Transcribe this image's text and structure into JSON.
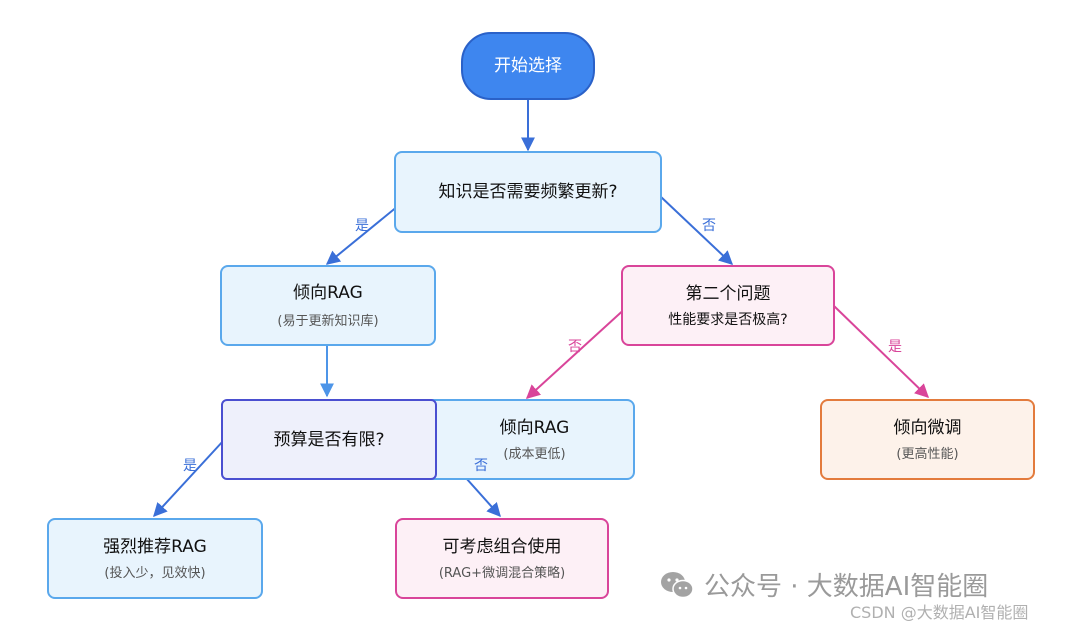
{
  "nodes": {
    "start": {
      "title": "开始选择"
    },
    "q1": {
      "title": "知识是否需要频繁更新?"
    },
    "rag1": {
      "title": "倾向RAG",
      "sub": "(易于更新知识库)"
    },
    "q2": {
      "title": "第二个问题",
      "sub": "性能要求是否极高?"
    },
    "budget": {
      "title": "预算是否有限?"
    },
    "rag2": {
      "title": "倾向RAG",
      "sub": "(成本更低)"
    },
    "ft": {
      "title": "倾向微调",
      "sub": "(更高性能)"
    },
    "strong": {
      "title": "强烈推荐RAG",
      "sub": "(投入少，见效快)"
    },
    "combo": {
      "title": "可考虑组合使用",
      "sub": "(RAG+微调混合策略)"
    }
  },
  "edge_labels": {
    "q1_yes": "是",
    "q1_no": "否",
    "q2_no": "否",
    "q2_yes": "是",
    "budget_yes": "是",
    "budget_no": "否"
  },
  "colors": {
    "blue_edge": "#3a6fd8",
    "light_blue_edge": "#4d95e8",
    "pink_edge": "#d9459a",
    "start_fill": "#3e86ef"
  },
  "watermark": {
    "line1": "公众号 · 大数据AI智能圈",
    "line2": "CSDN @大数据AI智能圈"
  }
}
